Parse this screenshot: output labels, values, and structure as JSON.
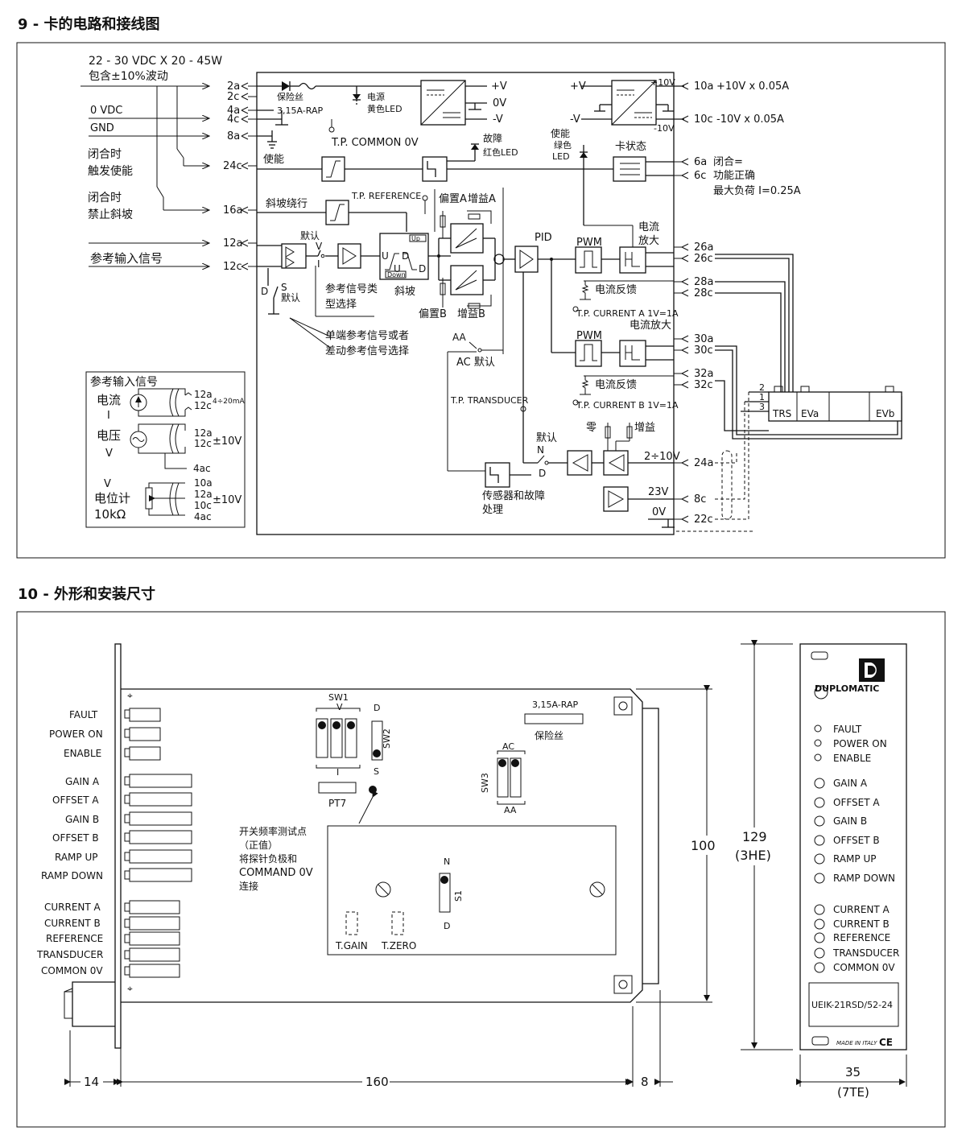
{
  "section9": {
    "title": "9 - 卡的电路和接线图",
    "supply": {
      "voltage": "22 - 30 VDC X 20 - 45W",
      "ripple": "包含±10%波动",
      "zero": "0 VDC",
      "gnd": "GND"
    },
    "inputs": {
      "enable_close_1": "闭合时",
      "enable_close_2": "触发使能",
      "ramp_close_1": "闭合时",
      "ramp_close_2": "禁止斜坡",
      "ref_signal": "参考输入信号"
    },
    "pins_left": [
      "2a",
      "2c",
      "4a",
      "4c",
      "8a",
      "24c",
      "16a",
      "12a",
      "12c"
    ],
    "pins_right": {
      "p10a": "10a",
      "p10a_desc": "+10V  x 0.05A",
      "p10c": "10c",
      "p10c_desc": "-10V  x 0.05A",
      "p6a": "6a",
      "p6a_desc": "闭合=",
      "p6c": "6c",
      "p6c_desc": "功能正确",
      "load": "最大负荷  I=0.25A",
      "p26a": "26a",
      "p26c": "26c",
      "p28a": "28a",
      "p28c": "28c",
      "p30a": "30a",
      "p30c": "30c",
      "p32a": "32a",
      "p32c": "32c",
      "p24a": "24a",
      "p8c": "8c",
      "p22c": "22c"
    },
    "labels": {
      "fuse": "保险丝",
      "fuse_rating": "3,15A-RAP",
      "power_led_1": "电源",
      "power_led_2": "黄色LED",
      "plus_v": "+V",
      "zero_v": "0V",
      "minus_v": "-V",
      "tp_common": "T.P. COMMON 0V",
      "fault_1": "故障",
      "fault_2": "红色LED",
      "enable_led_1": "使能",
      "enable_led_2": "绿色",
      "enable_led_3": "LED",
      "card_state": "卡状态",
      "plus10": "+10V",
      "minus10": "-10V",
      "enable": "使能",
      "ramp_bypass": "斜坡绕行",
      "tp_reference": "T.P. REFERENCE",
      "default": "默认",
      "v": "V",
      "i": "I",
      "ref_type_1": "参考信号类",
      "ref_type_2": "型选择",
      "ramp": "斜坡",
      "up": "Up",
      "down": "Down",
      "d": "D",
      "s": "S",
      "default2": "默认",
      "single_diff_1": "单端参考信号或者",
      "single_diff_2": "差动参考信号选择",
      "bias_a": "偏置A",
      "gain_a": "增益A",
      "bias_b": "偏置B",
      "gain_b": "增益B",
      "pid": "PID",
      "pwm": "PWM",
      "amp_1": "电流",
      "amp_2": "放大",
      "amp_b": "电流放大",
      "feedback": "电流反馈",
      "tp_current_a": "T.P. CURRENT A 1V=1A",
      "tp_current_b": "T.P. CURRENT B 1V=1A",
      "aa": "AA",
      "ac_default": "AC 默认",
      "tp_transducer": "T.P. TRANSDUCER",
      "zero": "零",
      "gain": "增益",
      "default3": "默认",
      "n": "N",
      "d2": "D",
      "sensor_1": "传感器和故障",
      "sensor_2": "处理",
      "out_2_10v": "2÷10V",
      "out_23v": "23V",
      "out_0v": "0V",
      "trs": "TRS",
      "eva": "EVa",
      "evb": "EVb",
      "n1": "1",
      "n2": "2",
      "n3": "3"
    },
    "inset": {
      "title": "参考输入信号",
      "current": "电流",
      "current_sym": "I",
      "voltage": "电压",
      "voltage_sym": "V",
      "pot_v": "V",
      "pot": "电位计",
      "pot_val": "10kΩ",
      "p12a": "12a",
      "p12c": "12c",
      "p4ac": "4ac",
      "p10a": "10a",
      "p10c": "10c",
      "range_i": "4÷20mA",
      "range_v": "±10V",
      "range_p": "±10V"
    }
  },
  "section10": {
    "title": "10 - 外形和安装尺寸",
    "led_labels": [
      "FAULT",
      "POWER ON",
      "ENABLE"
    ],
    "pot_labels": [
      "GAIN A",
      "OFFSET A",
      "GAIN B",
      "OFFSET B",
      "RAMP UP",
      "RAMP DOWN"
    ],
    "tp_labels": [
      "CURRENT A",
      "CURRENT B",
      "REFERENCE",
      "TRANSDUCER",
      "COMMON 0V"
    ],
    "board": {
      "sw1": "SW1",
      "sw1_v": "V",
      "sw1_i": "I",
      "sw2": "SW2",
      "sw2_d": "D",
      "sw2_s": "S",
      "pt7": "PT7",
      "fuse": "3,15A-RAP",
      "fuse_cn": "保险丝",
      "sw3": "SW3",
      "sw3_ac": "AC",
      "sw3_aa": "AA",
      "test_1": "开关频率测试点",
      "test_2": "（正值）",
      "test_3": "将探针负极和",
      "test_4": "COMMAND 0V",
      "test_5": "连接",
      "s1": "S1",
      "s1_n": "N",
      "s1_d": "D",
      "tgain": "T.GAIN",
      "tzero": "T.ZERO"
    },
    "dims": {
      "d14": "14",
      "d160": "160",
      "d8": "8",
      "d100": "100",
      "d129": "129",
      "d3he": "(3HE)",
      "d35": "35",
      "d7te": "(7TE)"
    },
    "front": {
      "brand": "DUPLOMATIC",
      "leds": [
        "FAULT",
        "POWER ON",
        "ENABLE"
      ],
      "pots": [
        "GAIN A",
        "OFFSET A",
        "GAIN B",
        "OFFSET B",
        "RAMP UP",
        "RAMP DOWN"
      ],
      "tps": [
        "CURRENT A",
        "CURRENT B",
        "REFERENCE",
        "TRANSDUCER",
        "COMMON 0V"
      ],
      "model": "UEIK-21RSD/52-24",
      "made": "MADE IN ITALY",
      "ce": "CE"
    }
  }
}
